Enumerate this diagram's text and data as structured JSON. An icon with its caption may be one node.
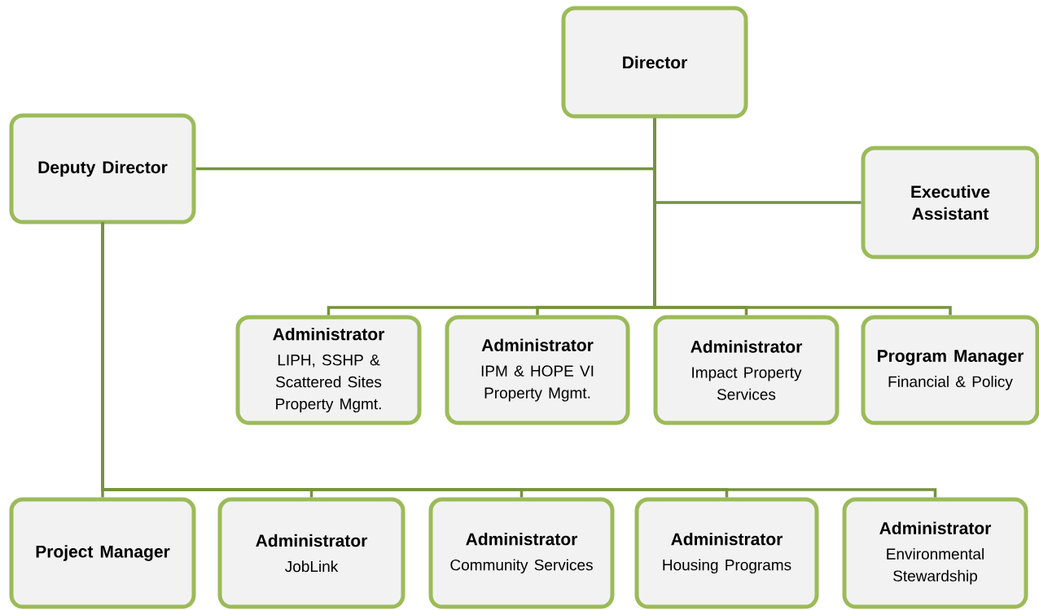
{
  "diagram": {
    "nodes": [
      {
        "text": [
          "Director"
        ]
      },
      {
        "text": [
          "Deputy Director"
        ]
      },
      {
        "text": [
          "Executive Assistant"
        ]
      },
      {
        "text": [
          "Administrator",
          "LIPH, SSHP & Scattered Sites Property Mgmt."
        ]
      },
      {
        "text": [
          "Administrator",
          "IPM & HOPE VI Property Mgmt."
        ]
      },
      {
        "text": [
          "Administrator",
          "Impact Property Services"
        ]
      },
      {
        "text": [
          "Program Manager",
          "Financial & Policy"
        ]
      },
      {
        "text": [
          "Project Manager"
        ]
      },
      {
        "text": [
          "Administrator",
          "JobLink"
        ]
      },
      {
        "text": [
          "Administrator",
          "Community Services"
        ]
      },
      {
        "text": [
          "Administrator",
          "Housing Programs"
        ]
      },
      {
        "text": [
          "Administrator",
          "Environmental Stewardship"
        ]
      }
    ],
    "edges": [
      {
        "from": 0,
        "to": 1,
        "arrow": "none"
      },
      {
        "from": 0,
        "to": 2,
        "arrow": "none"
      },
      {
        "from": 0,
        "to": 3,
        "arrow": "none"
      },
      {
        "from": 0,
        "to": 4,
        "arrow": "none"
      },
      {
        "from": 0,
        "to": 5,
        "arrow": "none"
      },
      {
        "from": 0,
        "to": 6,
        "arrow": "none"
      },
      {
        "from": 1,
        "to": 7,
        "arrow": "none"
      },
      {
        "from": 1,
        "to": 8,
        "arrow": "none"
      },
      {
        "from": 1,
        "to": 9,
        "arrow": "none"
      },
      {
        "from": 1,
        "to": 10,
        "arrow": "none"
      },
      {
        "from": 1,
        "to": 11,
        "arrow": "none"
      }
    ]
  }
}
